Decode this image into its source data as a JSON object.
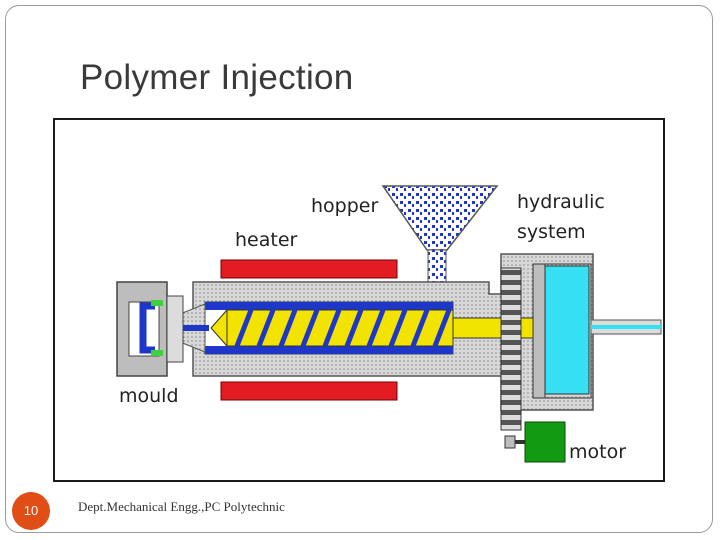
{
  "slide": {
    "title": "Polymer Injection",
    "page_number": "10",
    "footer": "Dept.Mechanical Engg.,PC Polytechnic"
  },
  "diagram": {
    "labels": {
      "hopper": "hopper",
      "heater": "heater",
      "hydraulic_line1": "hydraulic",
      "hydraulic_line2": "system",
      "mould": "mould",
      "motor": "motor"
    },
    "colors": {
      "heater": "#e31b23",
      "screw": "#f2e400",
      "pellets": "#1f37c8",
      "hydraulic_fluid": "#36e0f2",
      "motor": "#139a13",
      "barrel": "#bdbdbd",
      "mould_channel": "#3bd23b"
    }
  }
}
